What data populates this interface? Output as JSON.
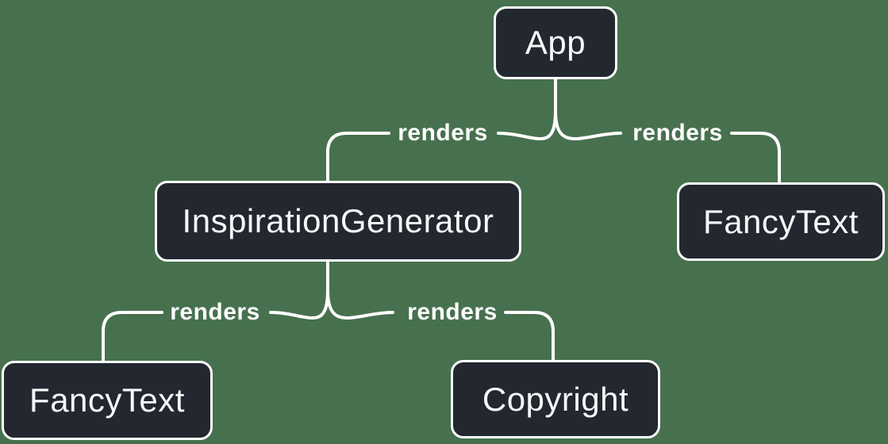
{
  "diagram": {
    "type": "tree",
    "nodes": [
      {
        "id": "app",
        "label": "App"
      },
      {
        "id": "inspiration-generator",
        "label": "InspirationGenerator"
      },
      {
        "id": "fancy-text-top",
        "label": "FancyText"
      },
      {
        "id": "fancy-text-bottom",
        "label": "FancyText"
      },
      {
        "id": "copyright",
        "label": "Copyright"
      }
    ],
    "edges": [
      {
        "from": "App",
        "to": "InspirationGenerator",
        "label": "renders"
      },
      {
        "from": "App",
        "to": "FancyText",
        "label": "renders"
      },
      {
        "from": "InspirationGenerator",
        "to": "FancyText",
        "label": "renders"
      },
      {
        "from": "InspirationGenerator",
        "to": "Copyright",
        "label": "renders"
      }
    ],
    "colors": {
      "background": "#47714E",
      "node_fill": "#23272F",
      "node_border": "#FFFFFF",
      "connector": "#FFFFFF",
      "node_text": "#F6F7F9",
      "label_text": "#FFFFFF"
    }
  }
}
